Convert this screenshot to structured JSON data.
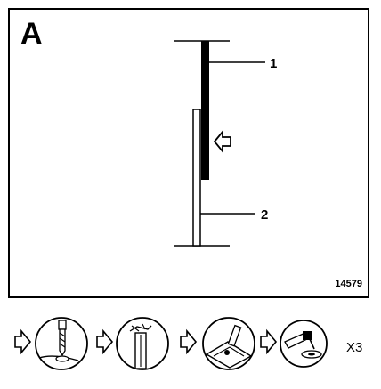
{
  "diagram": {
    "panel_letter": "A",
    "figure_id": "14579",
    "callouts": [
      {
        "label": "1"
      },
      {
        "label": "2"
      }
    ],
    "direction_arrow_icon": "hollow-arrow-left-icon"
  },
  "procedure": {
    "steps": [
      {
        "icon": "drill-icon"
      },
      {
        "icon": "cut-panel-icon"
      },
      {
        "icon": "grind-icon"
      },
      {
        "icon": "weld-icon"
      }
    ],
    "repeat_label": "X3"
  }
}
